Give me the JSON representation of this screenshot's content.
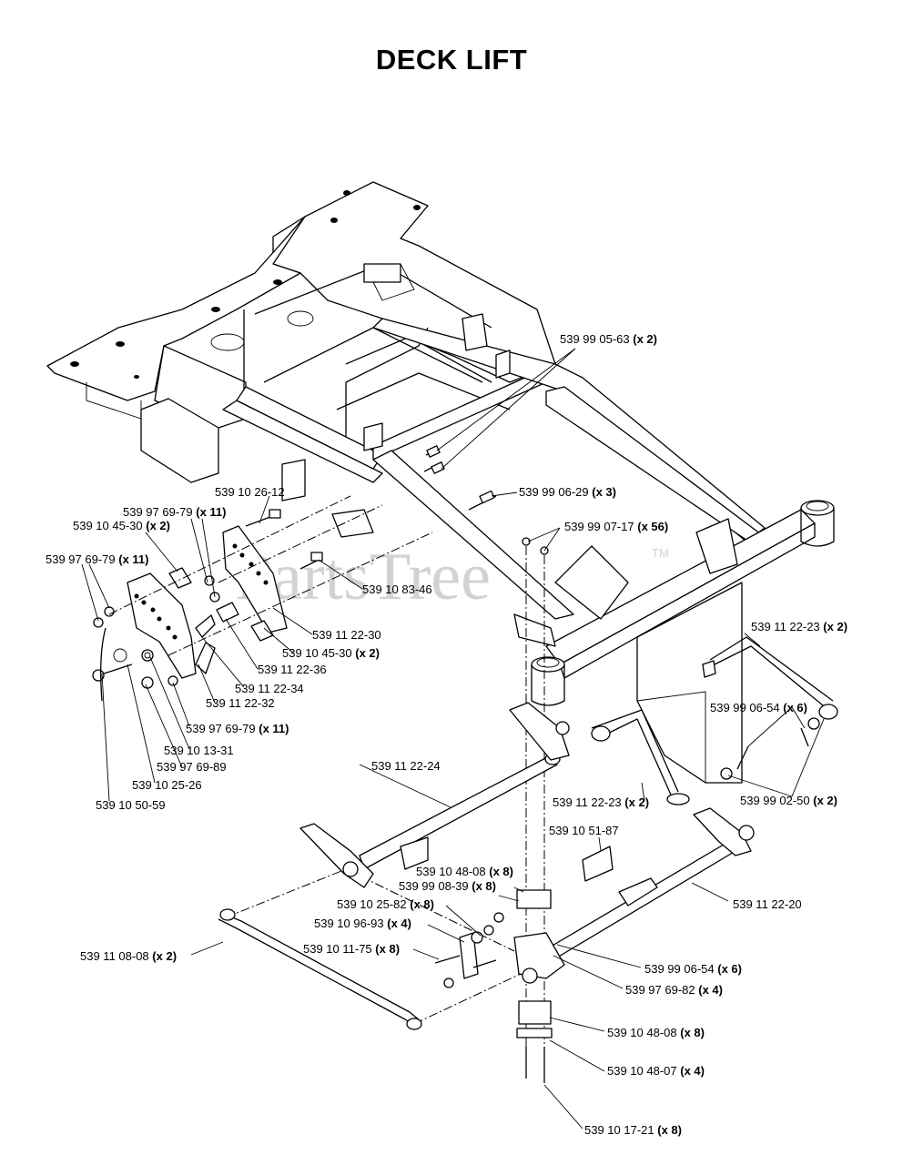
{
  "title": "DECK LIFT",
  "watermark": {
    "text": "PartsTree",
    "mark": "TM"
  },
  "callouts": [
    {
      "id": "c01",
      "part": "539 99 05-63",
      "qty": "(x 2)"
    },
    {
      "id": "c02",
      "part": "539 99 06-29",
      "qty": "(x 3)"
    },
    {
      "id": "c03",
      "part": "539 10 26-12",
      "qty": ""
    },
    {
      "id": "c04",
      "part": "539 97 69-79",
      "qty": "(x 11)"
    },
    {
      "id": "c05",
      "part": "539 99 07-17",
      "qty": "(x 56)"
    },
    {
      "id": "c06",
      "part": "539 10 45-30",
      "qty": "(x 2)"
    },
    {
      "id": "c07",
      "part": "539 97 69-79",
      "qty": "(x 11)"
    },
    {
      "id": "c08",
      "part": "539 10 83-46",
      "qty": ""
    },
    {
      "id": "c09",
      "part": "539 11 22-30",
      "qty": ""
    },
    {
      "id": "c10",
      "part": "539 10 45-30",
      "qty": "(x 2)"
    },
    {
      "id": "c11",
      "part": "539 11 22-23",
      "qty": "(x 2)"
    },
    {
      "id": "c12",
      "part": "539 11 22-36",
      "qty": ""
    },
    {
      "id": "c13",
      "part": "539 11 22-34",
      "qty": ""
    },
    {
      "id": "c14",
      "part": "539 11 22-32",
      "qty": ""
    },
    {
      "id": "c15",
      "part": "539 99 06-54",
      "qty": "(x 6)"
    },
    {
      "id": "c16",
      "part": "539 97 69-79",
      "qty": "(x 11)"
    },
    {
      "id": "c17",
      "part": "539 10 13-31",
      "qty": ""
    },
    {
      "id": "c18",
      "part": "539 97 69-89",
      "qty": ""
    },
    {
      "id": "c19",
      "part": "539 11 22-24",
      "qty": ""
    },
    {
      "id": "c20",
      "part": "539 10 25-26",
      "qty": ""
    },
    {
      "id": "c21",
      "part": "539 11 22-23",
      "qty": "(x 2)"
    },
    {
      "id": "c22",
      "part": "539 99 02-50",
      "qty": "(x 2)"
    },
    {
      "id": "c23",
      "part": "539 10 50-59",
      "qty": ""
    },
    {
      "id": "c24",
      "part": "539 10 51-87",
      "qty": ""
    },
    {
      "id": "c25",
      "part": "539 10 48-08",
      "qty": "(x 8)"
    },
    {
      "id": "c26",
      "part": "539 99 08-39",
      "qty": "(x 8)"
    },
    {
      "id": "c27",
      "part": "539 11 22-20",
      "qty": ""
    },
    {
      "id": "c28",
      "part": "539 10 25-82",
      "qty": "(x 8)"
    },
    {
      "id": "c29",
      "part": "539 10 96-93",
      "qty": "(x 4)"
    },
    {
      "id": "c30",
      "part": "539 11 08-08",
      "qty": "(x 2)"
    },
    {
      "id": "c31",
      "part": "539 10 11-75",
      "qty": "(x 8)"
    },
    {
      "id": "c32",
      "part": "539 99 06-54",
      "qty": "(x 6)"
    },
    {
      "id": "c33",
      "part": "539 97 69-82",
      "qty": "(x 4)"
    },
    {
      "id": "c34",
      "part": "539 10 48-08",
      "qty": "(x 8)"
    },
    {
      "id": "c35",
      "part": "539 10 48-07",
      "qty": "(x 4)"
    },
    {
      "id": "c36",
      "part": "539 10 17-21",
      "qty": "(x 8)"
    }
  ]
}
